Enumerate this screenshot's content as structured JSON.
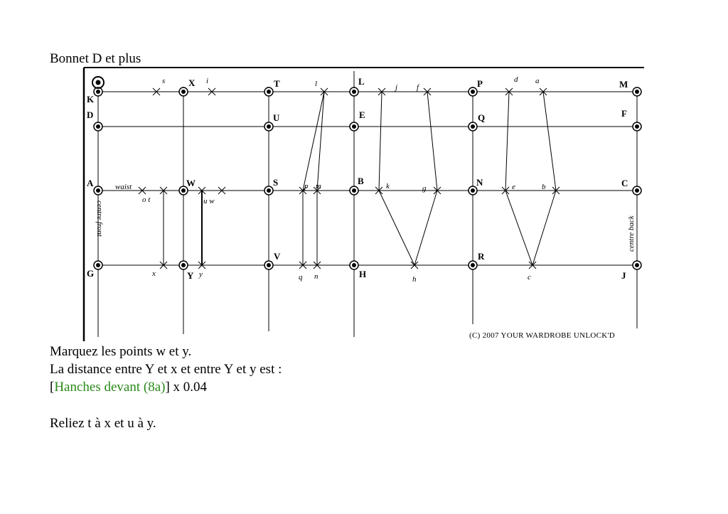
{
  "heading": "Bonnet D et plus",
  "figure": {
    "copyright": "(C) 2007 YOUR WARDROBE UNLOCK'D",
    "centre_front": "centre front",
    "centre_back": "centre back",
    "waist_label": "waist",
    "point_labels": {
      "K": "K",
      "X": "X",
      "T": "T",
      "L": "L",
      "P": "P",
      "M": "M",
      "D": "D",
      "U": "U",
      "E": "E",
      "Q": "Q",
      "F": "F",
      "A": "A",
      "W": "W",
      "S": "S",
      "B": "B",
      "N": "N",
      "C": "C",
      "G": "G",
      "Y": "Y",
      "V": "V",
      "H": "H",
      "R": "R",
      "J": "J"
    },
    "small_labels": {
      "s": "s",
      "i": "i",
      "l": "l",
      "j": "j",
      "f": "f",
      "d": "d",
      "a": "a",
      "ot": "o t",
      "uw": "u w",
      "p": "p",
      "m": "m",
      "k": "k",
      "g": "g",
      "e": "e",
      "b": "b",
      "x": "x",
      "y": "y",
      "q": "q",
      "n": "n",
      "h": "h",
      "c": "c"
    }
  },
  "body": {
    "line1": "Marquez les points w et y.",
    "line2": "La distance entre Y et x et entre Y et y est :",
    "line3_open": "[",
    "line3_link": "Hanches devant (8a)",
    "line3_close": "] x 0.04",
    "line4": "Reliez t à x et u à y."
  }
}
